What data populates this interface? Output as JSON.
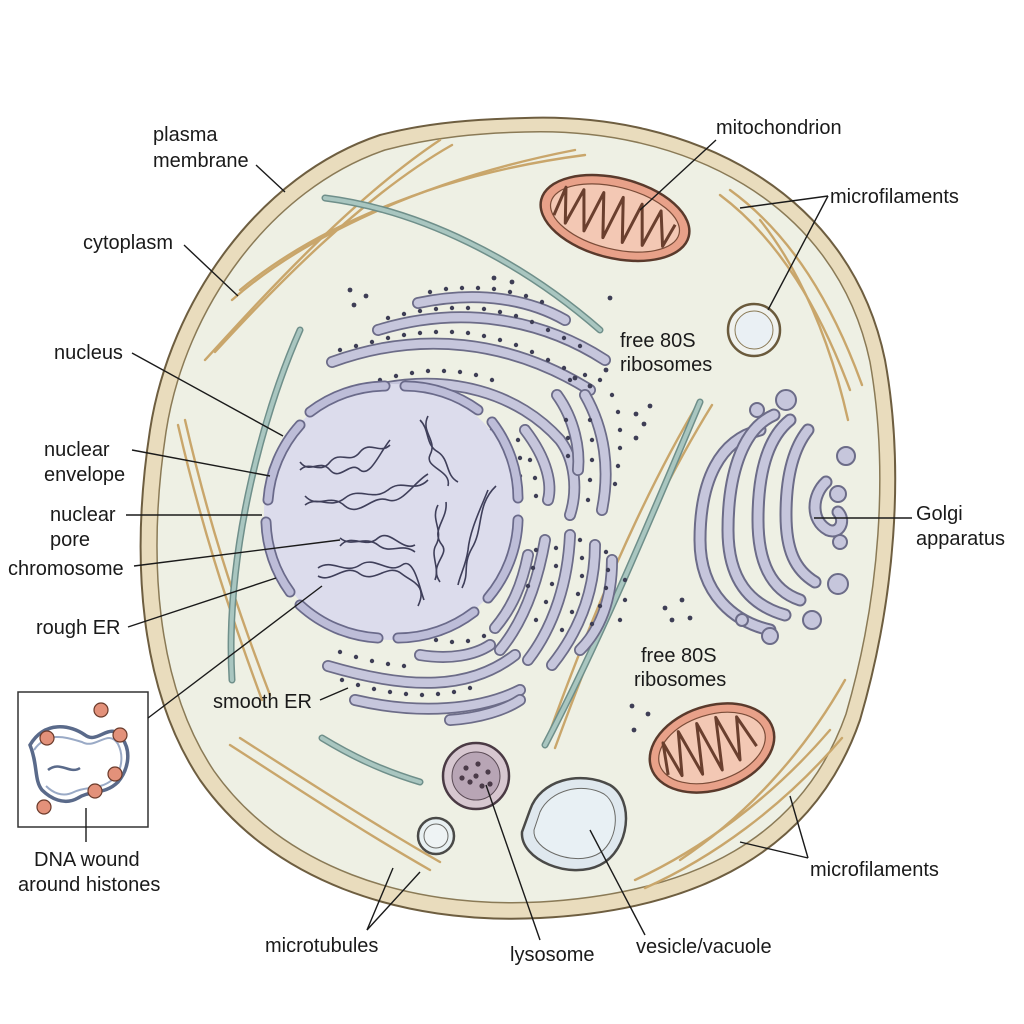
{
  "diagram": {
    "labels": {
      "plasma_membrane_1": "plasma",
      "plasma_membrane_2": "membrane",
      "cytoplasm": "cytoplasm",
      "nucleus": "nucleus",
      "nuclear_envelope_1": "nuclear",
      "nuclear_envelope_2": "envelope",
      "nuclear_pore_1": "nuclear",
      "nuclear_pore_2": "pore",
      "chromosome": "chromosome",
      "rough_er": "rough ER",
      "smooth_er": "smooth ER",
      "dna_histones_1": "DNA wound",
      "dna_histones_2": "around histones",
      "microtubules": "microtubules",
      "lysosome": "lysosome",
      "vesicle_vacuole": "vesicle/vacuole",
      "microfilaments_bottom": "microfilaments",
      "golgi_1": "Golgi",
      "golgi_2": "apparatus",
      "free_ribosomes_lower_1": "free 80S",
      "free_ribosomes_lower_2": "ribosomes",
      "free_ribosomes_upper_1": "free 80S",
      "free_ribosomes_upper_2": "ribosomes",
      "microfilaments_top": "microfilaments",
      "mitochondrion": "mitochondrion"
    },
    "colors": {
      "cytoplasm": "#eef0e4",
      "membrane": "#e8dcc0",
      "nucleus": "#dcdcec",
      "mitochondrion": "#e8a189",
      "histone": "#e3917a"
    }
  }
}
